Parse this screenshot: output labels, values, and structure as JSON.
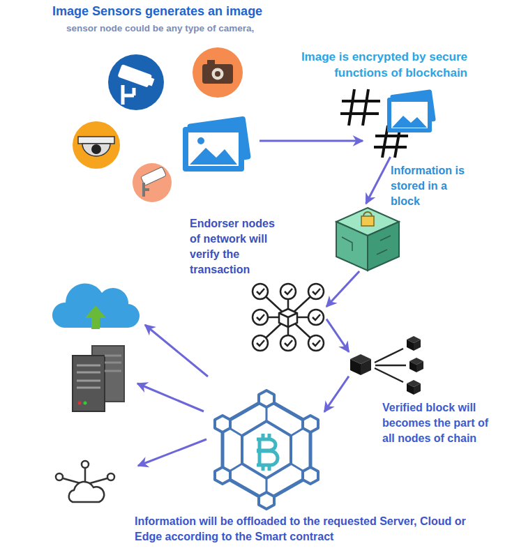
{
  "diagram": {
    "nodes": [
      {
        "text": [
          "Image Sensors generates an image",
          "sensor node could be any type of camera,"
        ]
      },
      {
        "text": [
          "Image is encrypted by secure functions of blockchain"
        ]
      },
      {
        "text": [
          "Information is stored in a block"
        ]
      },
      {
        "text": [
          "Endorser nodes of network will verify the transaction"
        ]
      },
      {
        "text": [
          "Verified block will becomes the part of all nodes of chain"
        ]
      },
      {
        "text": [
          "Information will be offloaded to the requested Server, Cloud or Edge according to the Smart contract"
        ]
      }
    ],
    "edges": [
      {
        "from": 0,
        "to": 1,
        "arrow": "to"
      },
      {
        "from": 1,
        "to": 2,
        "arrow": "to"
      },
      {
        "from": 2,
        "to": 3,
        "arrow": "to"
      },
      {
        "from": 3,
        "to": 4,
        "arrow": "to"
      },
      {
        "from": 4,
        "to": 5,
        "arrow": "to"
      }
    ]
  }
}
